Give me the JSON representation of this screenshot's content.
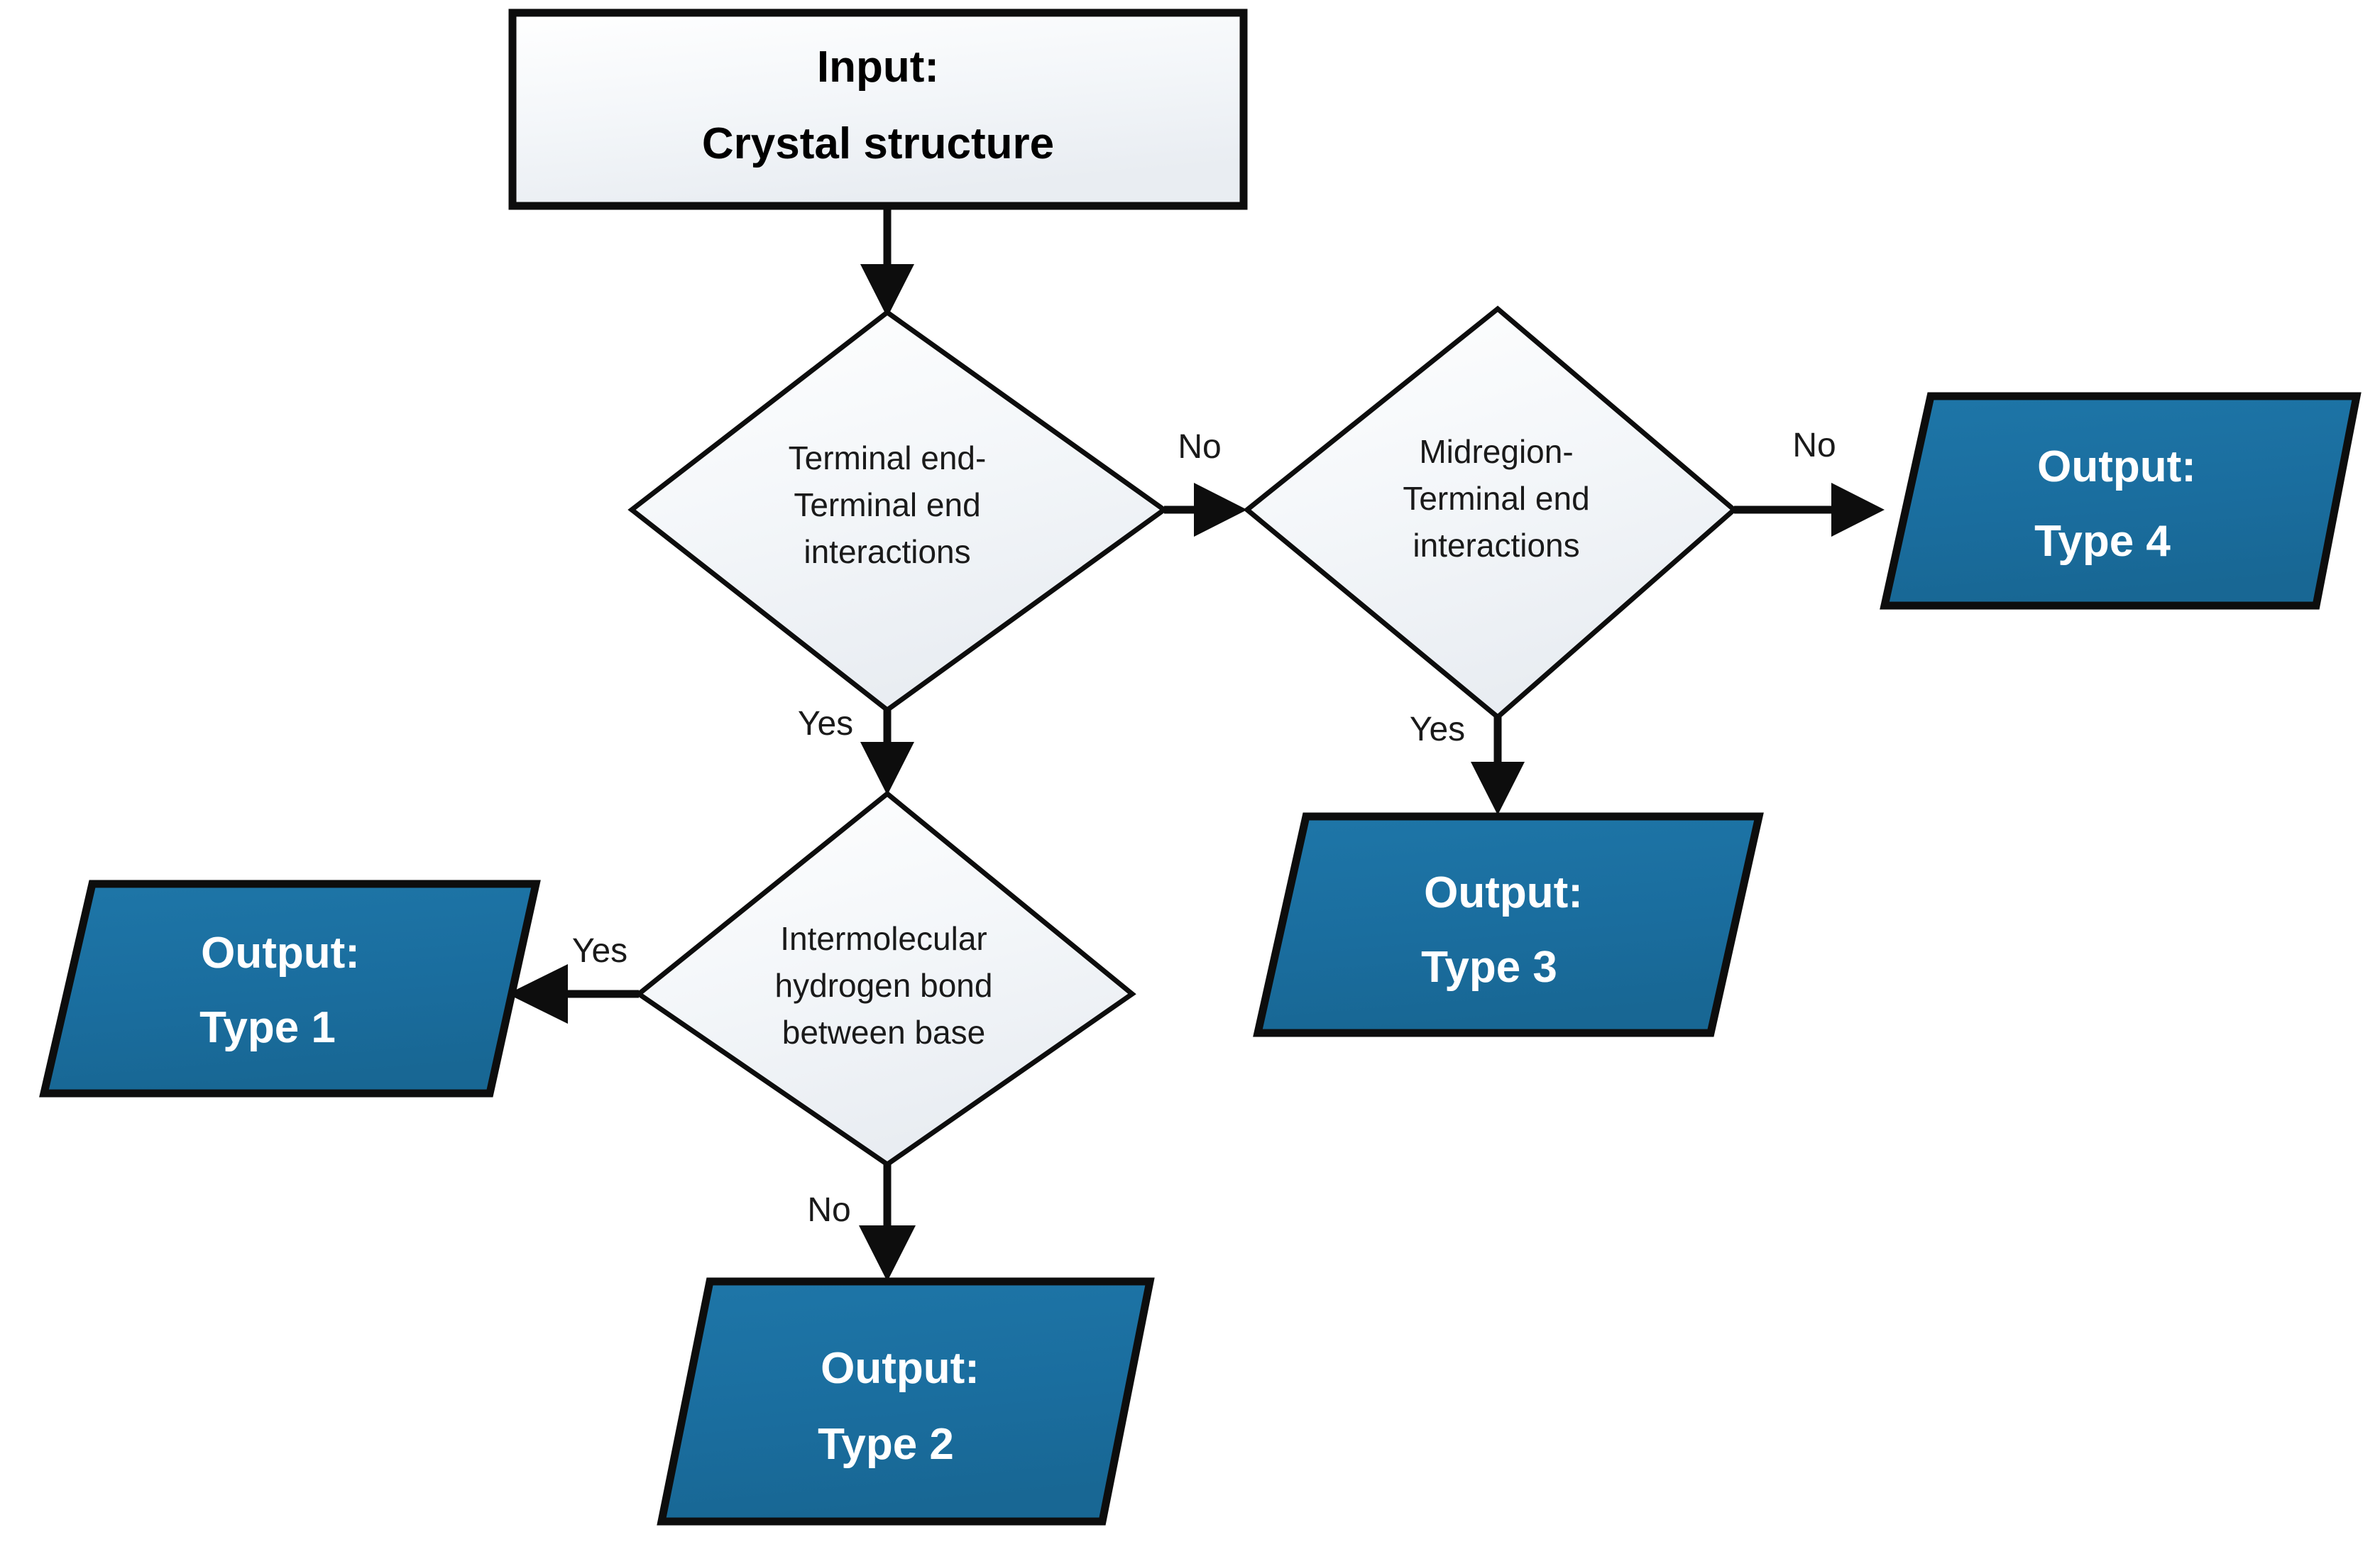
{
  "diagram": {
    "title": "Crystal structure classification flowchart",
    "colors": {
      "output_fill": "#1a6d9e",
      "process_fill_light": "#f2f5f8",
      "outline": "#0d0d0d",
      "background": "#ffffff",
      "output_text": "#ffffff"
    },
    "nodes": {
      "input": {
        "shape": "rectangle",
        "line1": "Input:",
        "line2": "Crystal structure"
      },
      "decision1": {
        "shape": "diamond",
        "line1": "Terminal end-",
        "line2": "Terminal end",
        "line3": "interactions"
      },
      "decision2": {
        "shape": "diamond",
        "line1": "Midregion-",
        "line2": "Terminal end",
        "line3": "interactions"
      },
      "decision3": {
        "shape": "diamond",
        "line1": "Intermolecular",
        "line2": "hydrogen bond",
        "line3": "between base"
      },
      "output1": {
        "shape": "parallelogram",
        "line1": "Output:",
        "line2": "Type 1"
      },
      "output2": {
        "shape": "parallelogram",
        "line1": "Output:",
        "line2": "Type 2"
      },
      "output3": {
        "shape": "parallelogram",
        "line1": "Output:",
        "line2": "Type 3"
      },
      "output4": {
        "shape": "parallelogram",
        "line1": "Output:",
        "line2": "Type 4"
      }
    },
    "edges": {
      "input_to_decision1": {
        "label": ""
      },
      "decision1_no": {
        "label": "No"
      },
      "decision1_yes": {
        "label": "Yes"
      },
      "decision2_no": {
        "label": "No"
      },
      "decision2_yes": {
        "label": "Yes"
      },
      "decision3_yes": {
        "label": "Yes"
      },
      "decision3_no": {
        "label": "No"
      }
    }
  }
}
